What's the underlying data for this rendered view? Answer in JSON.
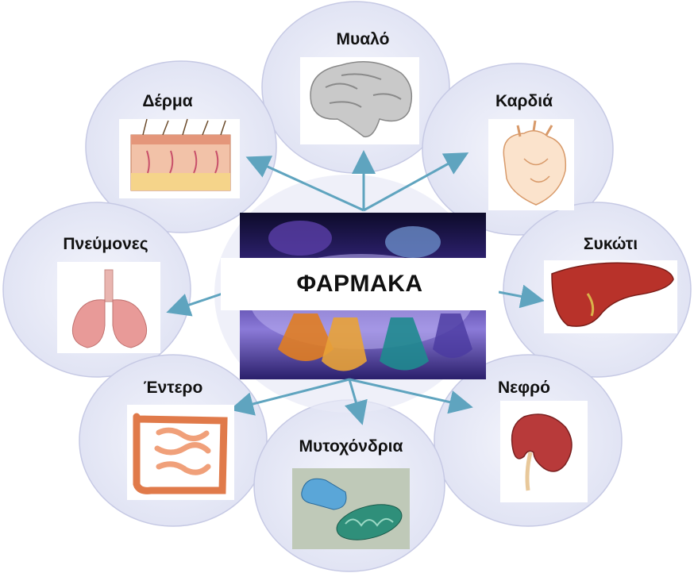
{
  "center": {
    "label": "ΦΑΡΜΑΚΑ"
  },
  "nodes": [
    {
      "id": "brain",
      "label": "Μυαλό",
      "icon": "brain-icon"
    },
    {
      "id": "skin",
      "label": "Δέρμα",
      "icon": "skin-layers-icon"
    },
    {
      "id": "heart",
      "label": "Καρδιά",
      "icon": "heart-icon"
    },
    {
      "id": "lungs",
      "label": "Πνεύμονες",
      "icon": "lungs-icon"
    },
    {
      "id": "liver",
      "label": "Συκώτι",
      "icon": "liver-icon"
    },
    {
      "id": "intestine",
      "label": "Έντερο",
      "icon": "intestine-icon"
    },
    {
      "id": "mitochondria",
      "label": "Μυτοχόνδρια",
      "icon": "mitochondria-icon"
    },
    {
      "id": "kidney",
      "label": "Νεφρό",
      "icon": "kidney-icon"
    }
  ],
  "colors": {
    "bubble_fill": "#e3e5f6",
    "bubble_stroke": "#c6c9e4",
    "arrow": "#5fa4bf",
    "center_bg": "#1a1440"
  }
}
